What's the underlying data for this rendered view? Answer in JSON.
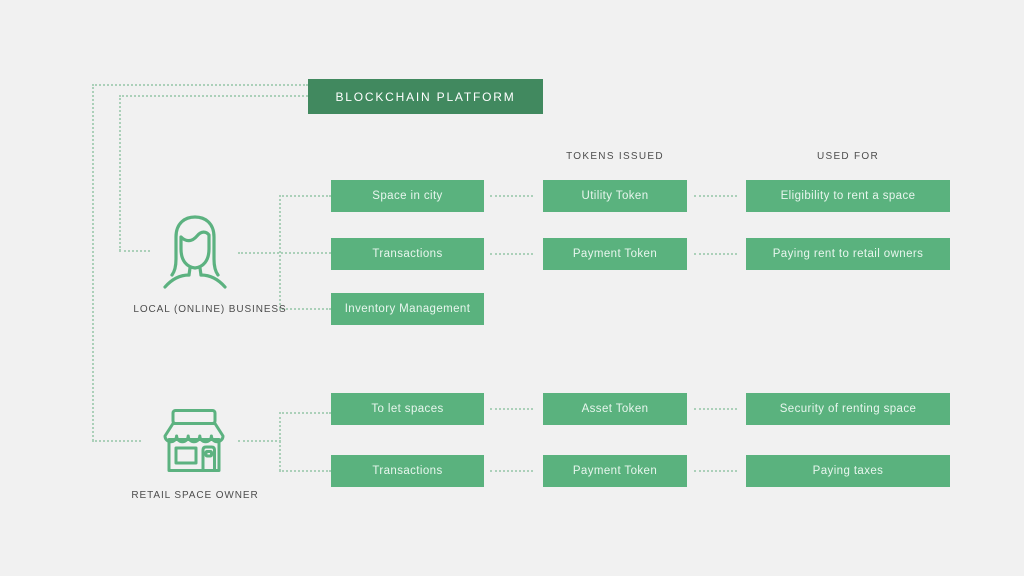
{
  "title": "BLOCKCHAIN PLATFORM",
  "columns": {
    "tokens_issued": "TOKENS ISSUED",
    "used_for": "USED FOR"
  },
  "actors": [
    {
      "label": "LOCAL (ONLINE) BUSINESS",
      "icon": "woman-icon",
      "rows": [
        {
          "activity": "Space in city",
          "token": "Utility Token",
          "used_for": "Eligibility to rent a space"
        },
        {
          "activity": "Transactions",
          "token": "Payment Token",
          "used_for": "Paying rent to retail owners"
        },
        {
          "activity": "Inventory Management",
          "token": "",
          "used_for": ""
        }
      ]
    },
    {
      "label": "RETAIL SPACE OWNER",
      "icon": "store-icon",
      "rows": [
        {
          "activity": "To let spaces",
          "token": "Asset Token",
          "used_for": "Security of renting space"
        },
        {
          "activity": "Transactions",
          "token": "Payment Token",
          "used_for": "Paying taxes"
        }
      ]
    }
  ],
  "colors": {
    "background": "#f1f1f1",
    "header_green": "#41895f",
    "box_green": "#5ab27e",
    "box_text": "#e8f6ee",
    "connector": "#abd0b9",
    "label_text": "#4d4d4d"
  }
}
